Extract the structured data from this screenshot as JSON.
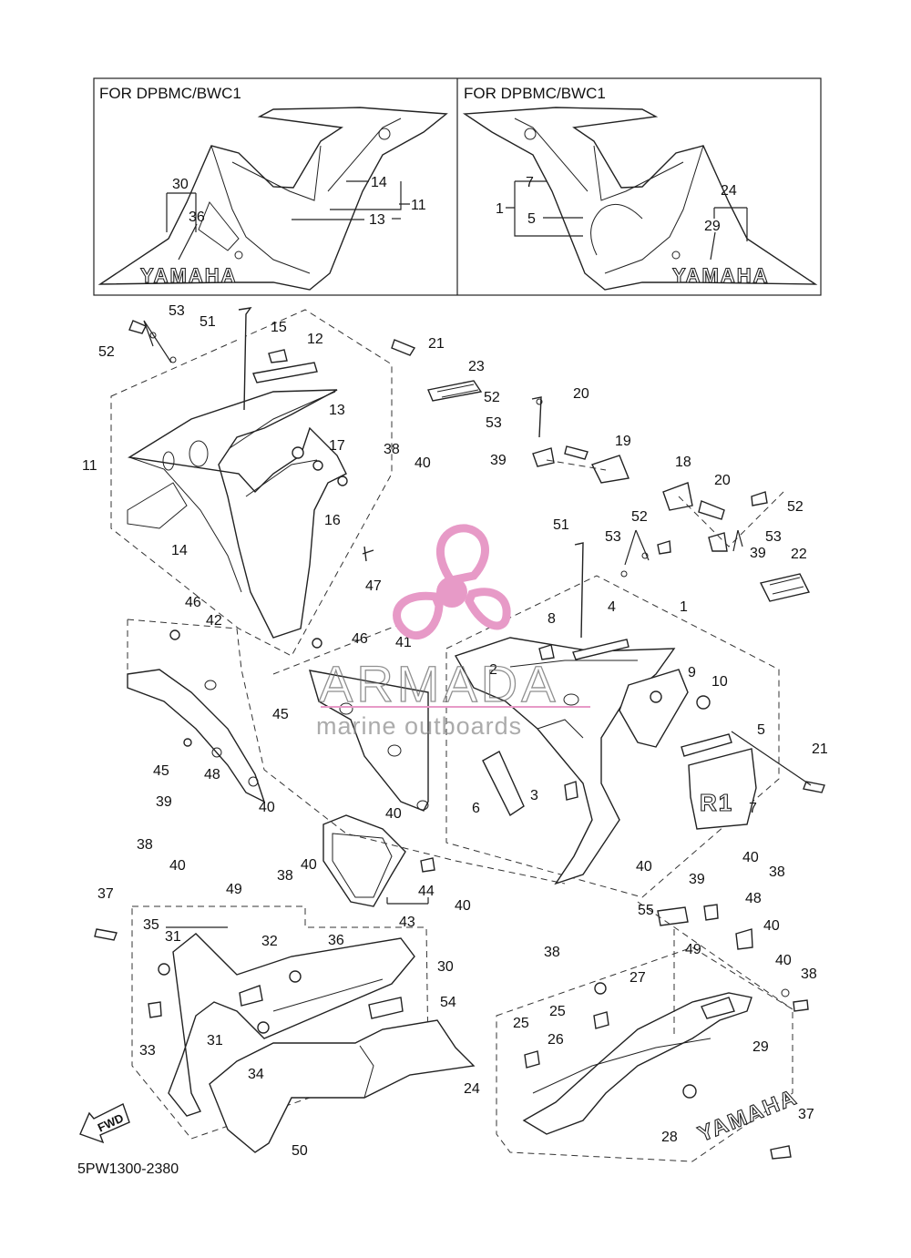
{
  "diagram": {
    "figure_code": "5PW1300-2380",
    "fwd_label": "FWD",
    "inset_left_title": "FOR DPBMC/BWC1",
    "inset_right_title": "FOR DPBMC/BWC1",
    "logo_text": "YAMAHA",
    "callouts": [
      {
        "id": "c-30-inset",
        "label": "30"
      },
      {
        "id": "c-36-inset",
        "label": "36"
      },
      {
        "id": "c-14-inset",
        "label": "14"
      },
      {
        "id": "c-13-inset",
        "label": "13"
      },
      {
        "id": "c-11-inset",
        "label": "11"
      },
      {
        "id": "c-7-inset",
        "label": "7"
      },
      {
        "id": "c-1-inset",
        "label": "1"
      },
      {
        "id": "c-5-inset",
        "label": "5"
      },
      {
        "id": "c-24-inset",
        "label": "24"
      },
      {
        "id": "c-29-inset",
        "label": "29"
      },
      {
        "id": "c-51a",
        "label": "51"
      },
      {
        "id": "c-53a",
        "label": "53"
      },
      {
        "id": "c-52a",
        "label": "52"
      },
      {
        "id": "c-15",
        "label": "15"
      },
      {
        "id": "c-12",
        "label": "12"
      },
      {
        "id": "c-21a",
        "label": "21"
      },
      {
        "id": "c-23",
        "label": "23"
      },
      {
        "id": "c-52b",
        "label": "52"
      },
      {
        "id": "c-13",
        "label": "13"
      },
      {
        "id": "c-53b",
        "label": "53"
      },
      {
        "id": "c-20a",
        "label": "20"
      },
      {
        "id": "c-17",
        "label": "17"
      },
      {
        "id": "c-38a",
        "label": "38"
      },
      {
        "id": "c-40a",
        "label": "40"
      },
      {
        "id": "c-19",
        "label": "19"
      },
      {
        "id": "c-39a",
        "label": "39"
      },
      {
        "id": "c-11",
        "label": "11"
      },
      {
        "id": "c-18",
        "label": "18"
      },
      {
        "id": "c-20b",
        "label": "20"
      },
      {
        "id": "c-52c",
        "label": "52"
      },
      {
        "id": "c-16",
        "label": "16"
      },
      {
        "id": "c-52d",
        "label": "52"
      },
      {
        "id": "c-53c",
        "label": "53"
      },
      {
        "id": "c-51b",
        "label": "51"
      },
      {
        "id": "c-53d",
        "label": "53"
      },
      {
        "id": "c-39b",
        "label": "39"
      },
      {
        "id": "c-14",
        "label": "14"
      },
      {
        "id": "c-47",
        "label": "47"
      },
      {
        "id": "c-22",
        "label": "22"
      },
      {
        "id": "c-46a",
        "label": "46"
      },
      {
        "id": "c-42",
        "label": "42"
      },
      {
        "id": "c-4",
        "label": "4"
      },
      {
        "id": "c-1",
        "label": "1"
      },
      {
        "id": "c-8",
        "label": "8"
      },
      {
        "id": "c-46b",
        "label": "46"
      },
      {
        "id": "c-41",
        "label": "41"
      },
      {
        "id": "c-2",
        "label": "2"
      },
      {
        "id": "c-9",
        "label": "9"
      },
      {
        "id": "c-10",
        "label": "10"
      },
      {
        "id": "c-45a",
        "label": "45"
      },
      {
        "id": "c-5",
        "label": "5"
      },
      {
        "id": "c-21b",
        "label": "21"
      },
      {
        "id": "c-45b",
        "label": "45"
      },
      {
        "id": "c-6",
        "label": "6"
      },
      {
        "id": "c-3",
        "label": "3"
      },
      {
        "id": "c-7",
        "label": "7"
      },
      {
        "id": "c-48a",
        "label": "48"
      },
      {
        "id": "c-39c",
        "label": "39"
      },
      {
        "id": "c-40b",
        "label": "40"
      },
      {
        "id": "c-40c",
        "label": "40"
      },
      {
        "id": "c-38b",
        "label": "38"
      },
      {
        "id": "c-40d",
        "label": "40"
      },
      {
        "id": "c-49a",
        "label": "49"
      },
      {
        "id": "c-40e",
        "label": "40"
      },
      {
        "id": "c-40f",
        "label": "40"
      },
      {
        "id": "c-38c",
        "label": "38"
      },
      {
        "id": "c-38d",
        "label": "38"
      },
      {
        "id": "c-40g",
        "label": "40"
      },
      {
        "id": "c-44",
        "label": "44"
      },
      {
        "id": "c-37a",
        "label": "37"
      },
      {
        "id": "c-43",
        "label": "43"
      },
      {
        "id": "c-40h",
        "label": "40"
      },
      {
        "id": "c-39d",
        "label": "39"
      },
      {
        "id": "c-48b",
        "label": "48"
      },
      {
        "id": "c-38e",
        "label": "38"
      },
      {
        "id": "c-55",
        "label": "55"
      },
      {
        "id": "c-40i",
        "label": "40"
      },
      {
        "id": "c-35",
        "label": "35"
      },
      {
        "id": "c-31a",
        "label": "31"
      },
      {
        "id": "c-32",
        "label": "32"
      },
      {
        "id": "c-36",
        "label": "36"
      },
      {
        "id": "c-30",
        "label": "30"
      },
      {
        "id": "c-49b",
        "label": "49"
      },
      {
        "id": "c-40j",
        "label": "40"
      },
      {
        "id": "c-27",
        "label": "27"
      },
      {
        "id": "c-38f",
        "label": "38"
      },
      {
        "id": "c-54",
        "label": "54"
      },
      {
        "id": "c-25a",
        "label": "25"
      },
      {
        "id": "c-25b",
        "label": "25"
      },
      {
        "id": "c-33",
        "label": "33"
      },
      {
        "id": "c-31b",
        "label": "31"
      },
      {
        "id": "c-26",
        "label": "26"
      },
      {
        "id": "c-34",
        "label": "34"
      },
      {
        "id": "c-29",
        "label": "29"
      },
      {
        "id": "c-24",
        "label": "24"
      },
      {
        "id": "c-28",
        "label": "28"
      },
      {
        "id": "c-37b",
        "label": "37"
      },
      {
        "id": "c-50",
        "label": "50"
      }
    ]
  },
  "watermark": {
    "brand": "ARMADA",
    "tagline": "marine outboards",
    "color": "#e79ac7"
  },
  "colors": {
    "ink": "#222222",
    "background": "#ffffff"
  }
}
